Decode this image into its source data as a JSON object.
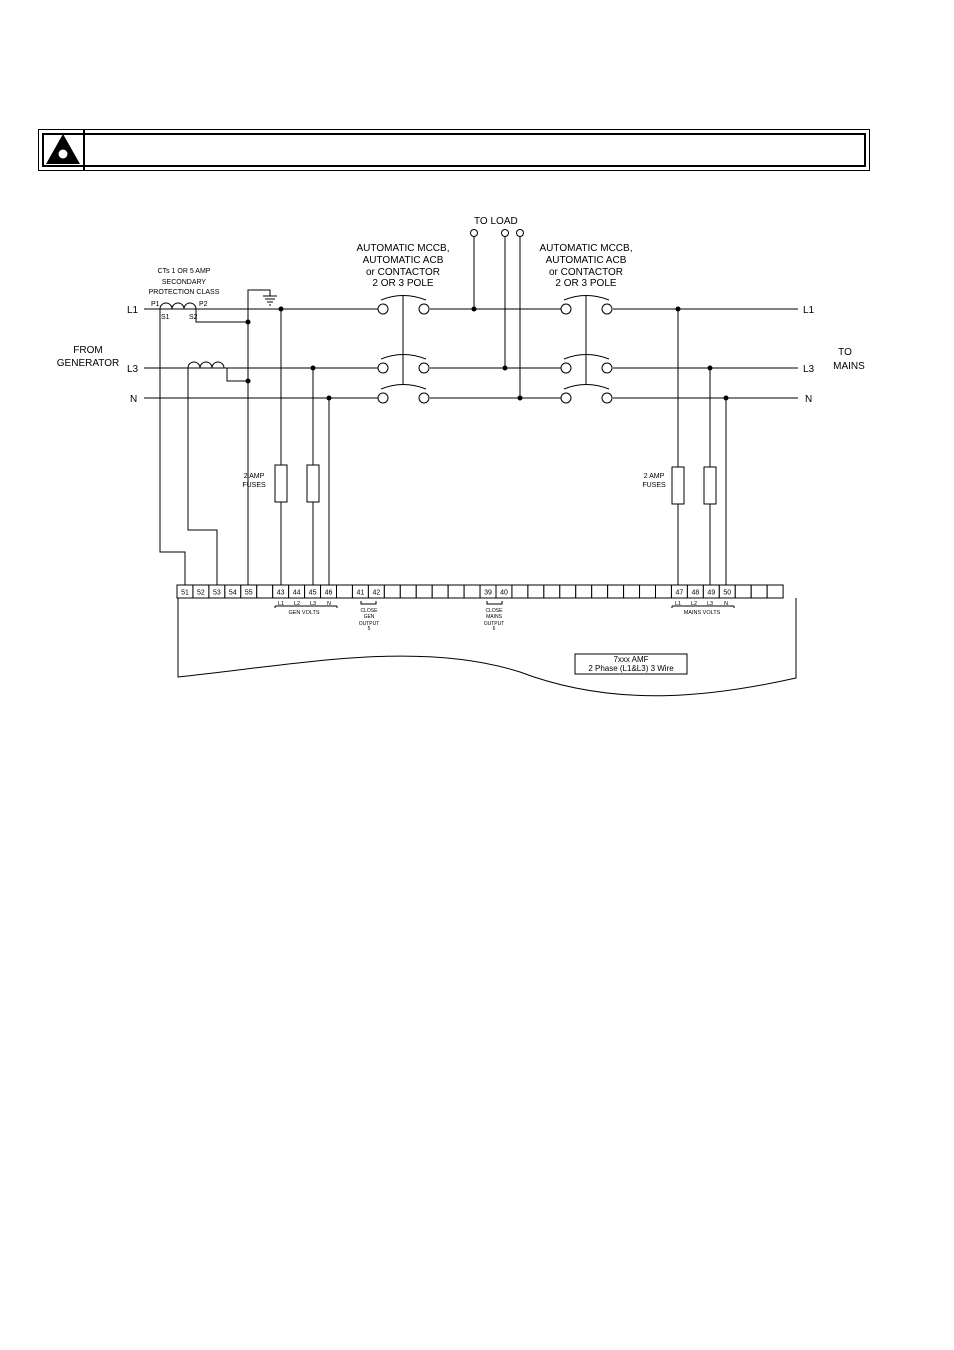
{
  "icons": {
    "warning": "warning-triangle-icon",
    "earth": "earth-ground-icon"
  },
  "colors": {
    "ink": "#000000",
    "paper": "#ffffff"
  },
  "labels": {
    "to_load": "TO LOAD",
    "breaker_left": [
      "AUTOMATIC MCCB,",
      "AUTOMATIC ACB",
      "or CONTACTOR",
      "2 OR 3 POLE"
    ],
    "breaker_right": [
      "AUTOMATIC MCCB,",
      "AUTOMATIC ACB",
      "or CONTACTOR",
      "2 OR 3 POLE"
    ],
    "ct_note": [
      "CTs 1 OR 5 AMP",
      "SECONDARY",
      "PROTECTION CLASS"
    ],
    "ct_p1": "P1",
    "ct_p2": "P2",
    "ct_s1": "S1",
    "ct_s2": "S2",
    "from_generator": [
      "FROM",
      "GENERATOR"
    ],
    "to_mains": [
      "TO",
      "MAINS"
    ],
    "left_l1": "L1",
    "left_l3": "L3",
    "left_n": "N",
    "right_l1": "L1",
    "right_l3": "L3",
    "right_n": "N",
    "fuses_left": [
      "2 AMP",
      "FUSES"
    ],
    "fuses_right": [
      "2 AMP",
      "FUSES"
    ],
    "gen_volts": "GEN VOLTS",
    "mains_volts": "MAINS VOLTS",
    "gen_phase_labels": [
      "L1",
      "L2",
      "L3",
      "N"
    ],
    "mains_phase_labels": [
      "L1",
      "L2",
      "L3",
      "N"
    ],
    "close_gen": [
      "CLOSE",
      "GEN",
      "OUTPUT",
      "5"
    ],
    "close_mains": [
      "CLOSE",
      "MAINS",
      "OUTPUT",
      "6"
    ],
    "module_title": [
      "7xxx AMF",
      "2 Phase (L1&L3) 3 Wire"
    ]
  },
  "terminals": [
    "51",
    "52",
    "53",
    "54",
    "55",
    "",
    "43",
    "44",
    "45",
    "46",
    "",
    "41",
    "42",
    "",
    "",
    "",
    "",
    "",
    "",
    "39",
    "40",
    "",
    "",
    "",
    "",
    "",
    "",
    "",
    "",
    "",
    "",
    "47",
    "48",
    "49",
    "50",
    "",
    "",
    ""
  ]
}
